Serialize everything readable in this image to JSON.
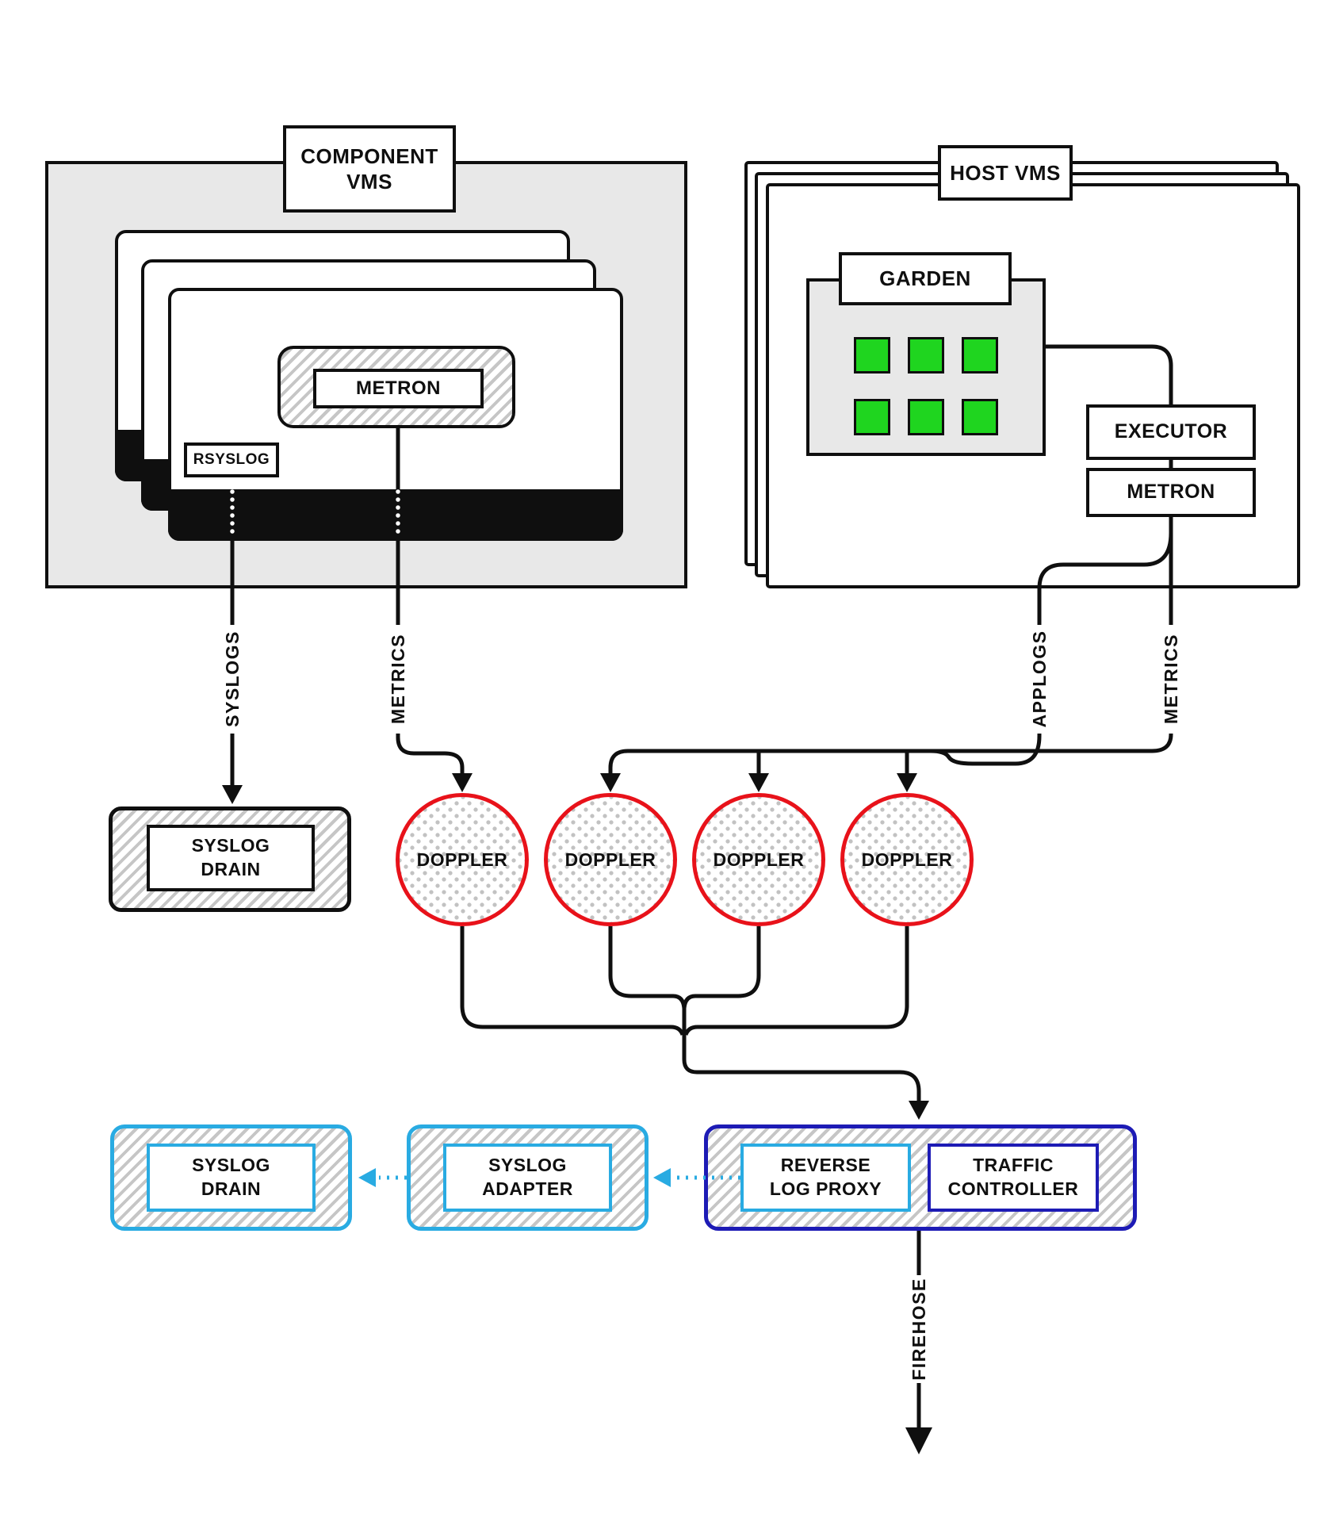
{
  "colors": {
    "black": "#0f0f0f",
    "gray_fill": "#e8e8e8",
    "red": "#e8121a",
    "cyan": "#29abe2",
    "dark_blue": "#1d1bb5",
    "green": "#1fd51f",
    "hatch_gray": "#c6c6c6",
    "dot_gray": "#c2c2c2"
  },
  "component_vms": {
    "label_lines": [
      "COMPONENT",
      "VMS"
    ],
    "metron": "METRON",
    "rsyslog": "RSYSLOG",
    "stacked_vms_count": 3
  },
  "host_vms": {
    "label": "HOST VMS",
    "garden": "GARDEN",
    "executor": "EXECUTOR",
    "metron": "METRON",
    "containers_count": 6,
    "stacked_vms_count": 3
  },
  "flows": {
    "syslogs": "SYSLOGS",
    "metrics_left": "METRICS",
    "applogs": "APPLOGS",
    "metrics_right": "METRICS",
    "firehose": "FIREHOSE"
  },
  "syslog_drain_top": {
    "lines": [
      "SYSLOG",
      "DRAIN"
    ]
  },
  "dopplers": [
    "DOPPLER",
    "DOPPLER",
    "DOPPLER",
    "DOPPLER"
  ],
  "bottom_row": {
    "syslog_drain": [
      "SYSLOG",
      "DRAIN"
    ],
    "syslog_adapter": [
      "SYSLOG",
      "ADAPTER"
    ],
    "reverse_log_proxy": [
      "REVERSE",
      "LOG PROXY"
    ],
    "traffic_controller": [
      "TRAFFIC",
      "CONTROLLER"
    ]
  }
}
